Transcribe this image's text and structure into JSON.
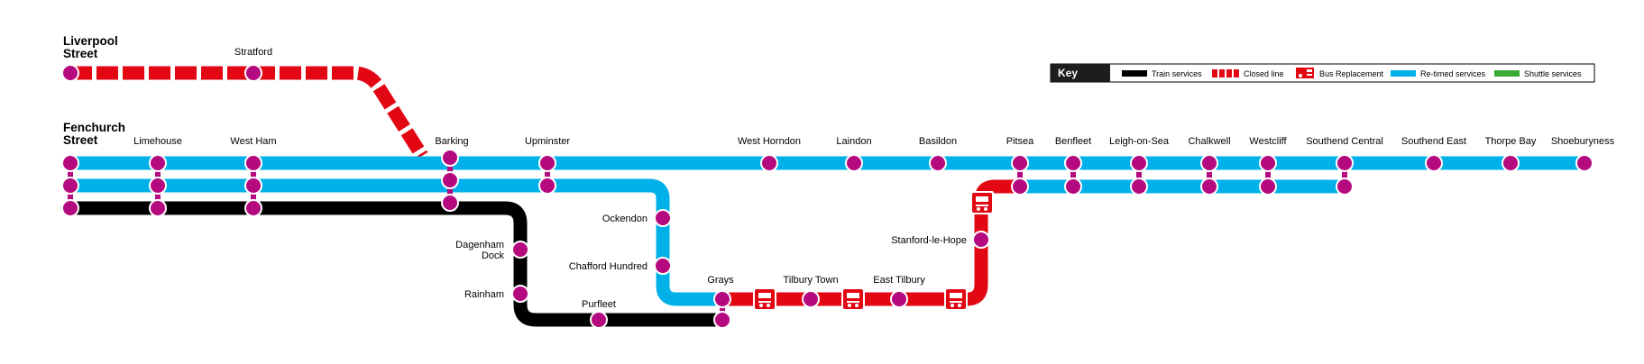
{
  "colors": {
    "train": "#000000",
    "closed": "#e30613",
    "bus": "#e30613",
    "retimed": "#00b0e8",
    "shuttle": "#3aaa35",
    "station": "#b5097f"
  },
  "terminals": {
    "liverpool_1": "Liverpool",
    "liverpool_2": "Street",
    "fenchurch_1": "Fenchurch",
    "fenchurch_2": "Street"
  },
  "stations": {
    "stratford": "Stratford",
    "limehouse": "Limehouse",
    "west_ham": "West Ham",
    "barking": "Barking",
    "upminster": "Upminster",
    "west_horndon": "West Horndon",
    "laindon": "Laindon",
    "basildon": "Basildon",
    "pitsea": "Pitsea",
    "benfleet": "Benfleet",
    "leigh_on_sea": "Leigh-on-Sea",
    "chalkwell": "Chalkwell",
    "westcliff": "Westcliff",
    "southend_central": "Southend Central",
    "southend_east": "Southend East",
    "thorpe_bay": "Thorpe Bay",
    "shoeburyness": "Shoeburyness",
    "ockendon": "Ockendon",
    "chafford_hundred": "Chafford Hundred",
    "dagenham_dock_1": "Dagenham",
    "dagenham_dock_2": "Dock",
    "rainham": "Rainham",
    "purfleet": "Purfleet",
    "grays": "Grays",
    "tilbury_town": "Tilbury Town",
    "east_tilbury": "East Tilbury",
    "stanford_le_hope": "Stanford-le-Hope"
  },
  "key": {
    "title": "Key",
    "train": "Train services",
    "closed": "Closed line",
    "bus": "Bus Replacement",
    "retimed": "Re-timed services",
    "shuttle": "Shuttle services"
  }
}
